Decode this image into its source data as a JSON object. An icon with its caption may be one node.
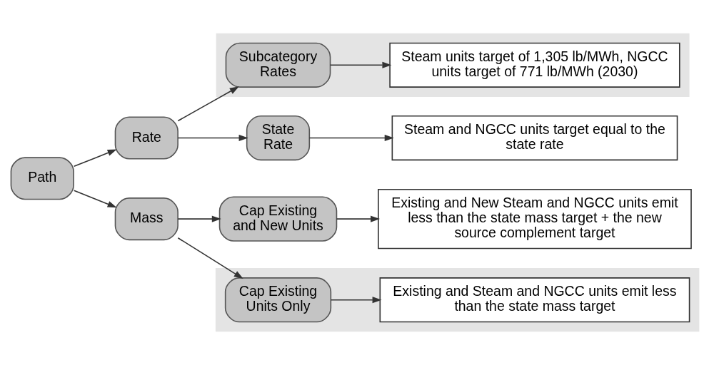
{
  "diagram": {
    "nodes": [
      {
        "text": [
          "Path"
        ]
      },
      {
        "text": [
          "Rate"
        ]
      },
      {
        "text": [
          "Mass"
        ]
      },
      {
        "text": [],
        "shape": "box"
      },
      {
        "text": [
          "Subcategory Rates"
        ],
        "in": 3
      },
      {
        "text": [
          "Steam units target of 1,305 lb/MWh, NGCC units target of 771 lb/MWh (2030)"
        ],
        "in": 3
      },
      {
        "text": [
          "State Rate"
        ]
      },
      {
        "text": [
          "Steam and NGCC units target equal to the state rate"
        ]
      },
      {
        "text": [
          "Cap Existing and New Units"
        ]
      },
      {
        "text": [
          "Existing and New Steam and NGCC units emit less than the state mass target + the new source complement target"
        ]
      },
      {
        "text": [],
        "shape": "box"
      },
      {
        "text": [
          "Cap Existing Units Only"
        ],
        "in": 10
      },
      {
        "text": [
          "Existing and Steam and NGCC units emit less than the state mass target"
        ],
        "in": 10
      }
    ],
    "edges": [
      {
        "from": 0,
        "to": 1,
        "arrow": "to"
      },
      {
        "from": 0,
        "to": 2,
        "arrow": "to"
      },
      {
        "from": 1,
        "to": 4,
        "arrow": "to"
      },
      {
        "from": 1,
        "to": 6,
        "arrow": "to"
      },
      {
        "from": 2,
        "to": 8,
        "arrow": "to"
      },
      {
        "from": 2,
        "to": 11,
        "arrow": "to"
      },
      {
        "from": 4,
        "to": 5,
        "arrow": "to"
      },
      {
        "from": 6,
        "to": 7,
        "arrow": "to"
      },
      {
        "from": 8,
        "to": 9,
        "arrow": "to"
      },
      {
        "from": 11,
        "to": 12,
        "arrow": "to"
      }
    ]
  }
}
